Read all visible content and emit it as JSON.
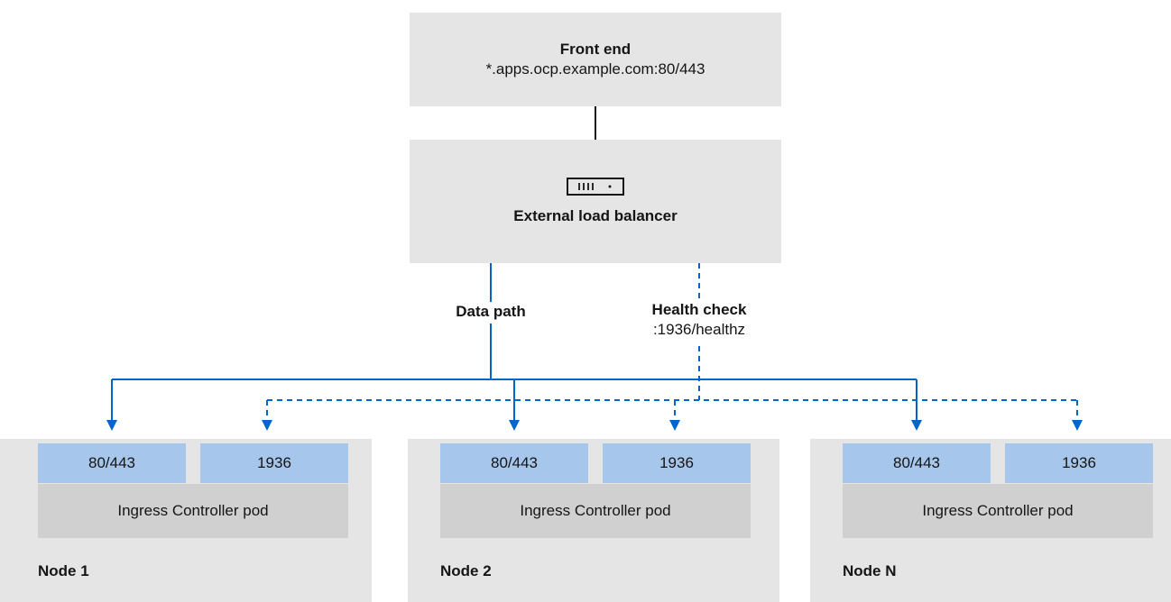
{
  "front_end": {
    "title": "Front end",
    "address": "*.apps.ocp.example.com:80/443"
  },
  "load_balancer": {
    "icon": "load-balancer-icon",
    "label": "External load balancer"
  },
  "paths": {
    "data_path_label": "Data path",
    "health_check_label": "Health check",
    "health_check_endpoint": ":1936/healthz"
  },
  "nodes": [
    {
      "label": "Node 1",
      "port_traffic": "80/443",
      "port_health": "1936",
      "pod": "Ingress Controller pod"
    },
    {
      "label": "Node 2",
      "port_traffic": "80/443",
      "port_health": "1936",
      "pod": "Ingress Controller pod"
    },
    {
      "label": "Node N",
      "port_traffic": "80/443",
      "port_health": "1936",
      "pod": "Ingress Controller pod"
    }
  ],
  "colors": {
    "box_gray": "#e5e5e5",
    "port_blue": "#a6c6ec",
    "pod_gray": "#d0d0d0",
    "arrow_blue": "#0066cc",
    "connector_black": "#151515"
  }
}
